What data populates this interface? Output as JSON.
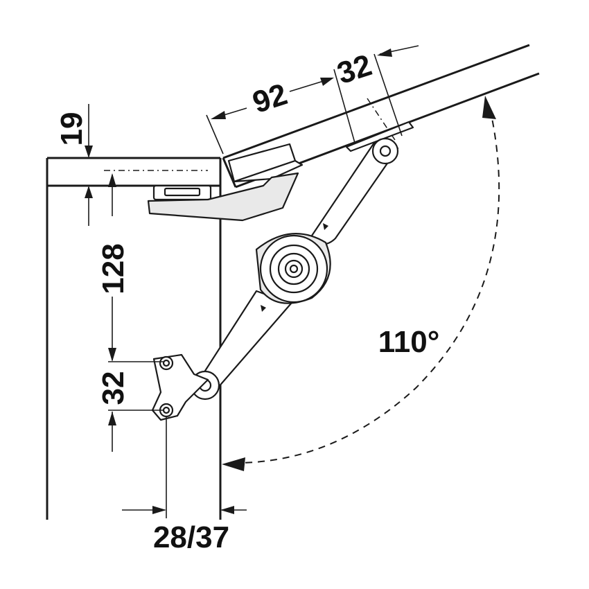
{
  "dimensions": {
    "panel_thickness": "19",
    "hole_offset_lid": "92",
    "hole_spacing_lid": "32",
    "vertical_distance": "128",
    "hole_spacing_side": "32",
    "side_setback": "28/37",
    "opening_angle": "110°"
  },
  "colors": {
    "line": "#1a1a1a",
    "part_fill": "#ffffff",
    "shade_fill": "#e9e9e9"
  }
}
